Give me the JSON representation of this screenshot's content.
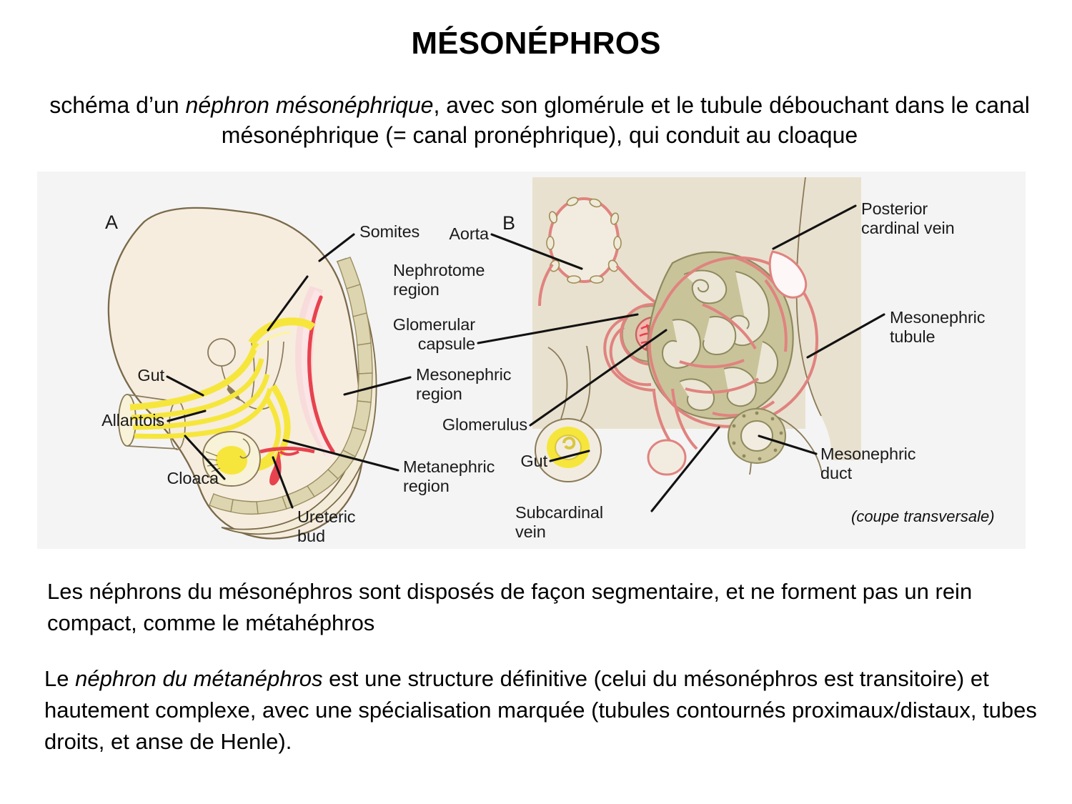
{
  "slide": {
    "title": "MÉSONÉPHROS",
    "subtitle": {
      "part1": "schéma d’un ",
      "italic1": "néphron mésonéphrique",
      "part2": ", avec son glomérule et le tubule débouchant dans le canal mésonéphrique (= canal pronéphrique), qui conduit au cloaque"
    }
  },
  "figure": {
    "panel_a_letter": "A",
    "panel_b_letter": "B",
    "caption_b": "(coupe transversale)",
    "labels_panel_a": [
      {
        "id": "somites",
        "text": "Somites"
      },
      {
        "id": "nephrotome-region",
        "text": "Nephrotome\nregion"
      },
      {
        "id": "mesonephric-region",
        "text": "Mesonephric\nregion"
      },
      {
        "id": "metanephric-region",
        "text": "Metanephric\nregion"
      },
      {
        "id": "ureteric-bud",
        "text": "Ureteric\nbud"
      },
      {
        "id": "gut-a",
        "text": "Gut"
      },
      {
        "id": "allantois",
        "text": "Allantois"
      },
      {
        "id": "cloaca",
        "text": "Cloaca"
      }
    ],
    "labels_panel_b": [
      {
        "id": "aorta",
        "text": "Aorta"
      },
      {
        "id": "glomerular-capsule",
        "text": "Glomerular\ncapsule"
      },
      {
        "id": "glomerulus",
        "text": "Glomerulus"
      },
      {
        "id": "gut-b",
        "text": "Gut"
      },
      {
        "id": "subcardinal-vein",
        "text": "Subcardinal\nvein"
      },
      {
        "id": "posterior-cardinal-vein",
        "text": "Posterior\ncardinal vein"
      },
      {
        "id": "mesonephric-tubule",
        "text": "Mesonephric\ntubule"
      },
      {
        "id": "mesonephric-duct",
        "text": "Mesonephric\nduct"
      }
    ]
  },
  "body": {
    "paragraph1": "Les néphrons du mésonéphros sont disposés de façon segmentaire, et ne forment pas un rein compact, comme le métahéphros",
    "paragraph2": {
      "part1": "Le ",
      "italic1": "néphron du métanéphros",
      "part2": " est une structure définitive (celui du mésonéphros est transitoire) et hautement complexe, avec une spécialisation marquée (tubules contournés proximaux/distaux, tubes droits, et anse de Henle)."
    }
  },
  "colors": {
    "figure_background": "#f4f4f4",
    "panel_b_background": "#e9e1cf",
    "embryo_fill": "#f5ecdc",
    "somite_fill": "#ddd5b0",
    "gut_yellow": "#f5e53a",
    "artery_red": "#e8424f",
    "vessel_pink": "#e8817e",
    "tubule_olive": "#c3bd92",
    "mesonephric_pink": "#f7d5d8"
  }
}
